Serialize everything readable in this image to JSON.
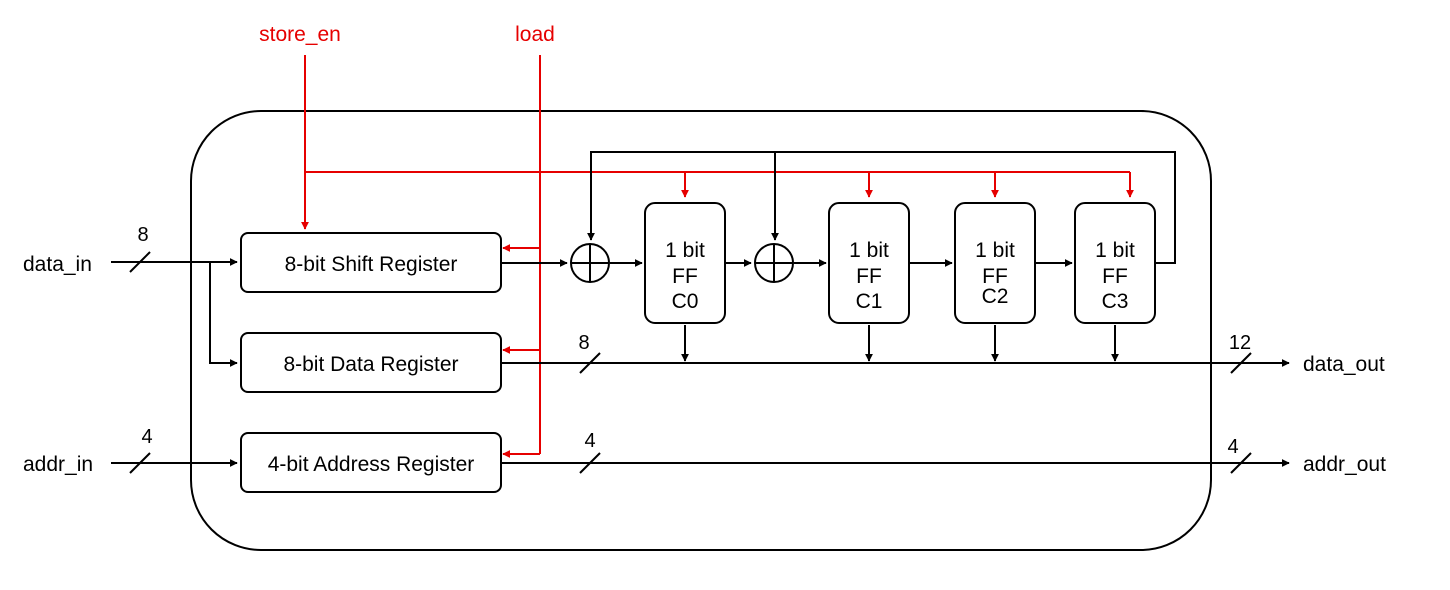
{
  "colors": {
    "signal": "#000000",
    "control": "#e60000"
  },
  "control_signals": {
    "store_en": "store_en",
    "load": "load"
  },
  "ports": {
    "data_in": "data_in",
    "addr_in": "addr_in",
    "data_out": "data_out",
    "addr_out": "addr_out"
  },
  "bus_widths": {
    "data_in": "8",
    "addr_in": "4",
    "data_reg_out": "8",
    "addr_reg_out": "4",
    "data_out": "12",
    "addr_out": "4"
  },
  "registers": {
    "shift": "8-bit Shift Register",
    "data": "8-bit Data Register",
    "address": "4-bit Address Register"
  },
  "flip_flops": [
    {
      "line1": "1 bit",
      "line2": "FF",
      "line3": "C0"
    },
    {
      "line1": "1 bit",
      "line2": "FF",
      "line3": "C1"
    },
    {
      "line1": "1 bit",
      "line2": "FF",
      "line3": "C2"
    },
    {
      "line1": "1 bit",
      "line2": "FF",
      "line3": "C3"
    }
  ]
}
